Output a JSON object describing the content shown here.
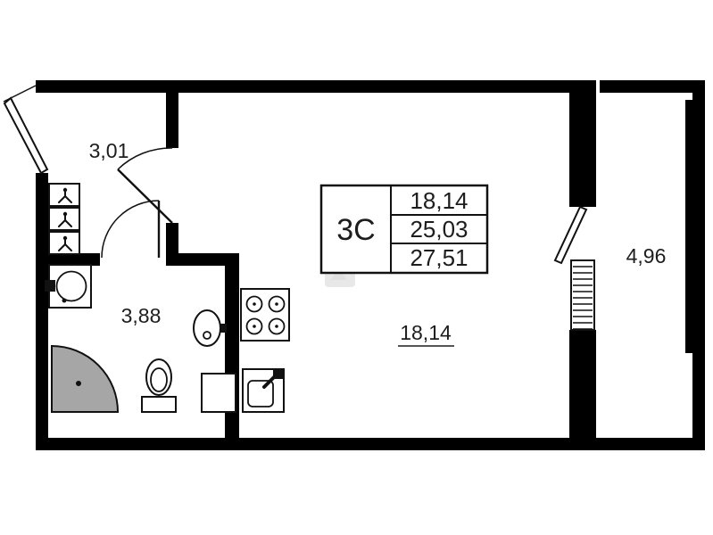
{
  "unit_card": {
    "type": "3С",
    "area_rows": [
      "18,14",
      "25,03",
      "27,51"
    ]
  },
  "rooms": {
    "hallway_area": "3,01",
    "bathroom_area": "3,88",
    "living_area": "18,14",
    "balcony_area": "4,96"
  },
  "colors": {
    "wall": "#000000",
    "background": "#ffffff",
    "shower_fill": "#a6a6a6"
  }
}
